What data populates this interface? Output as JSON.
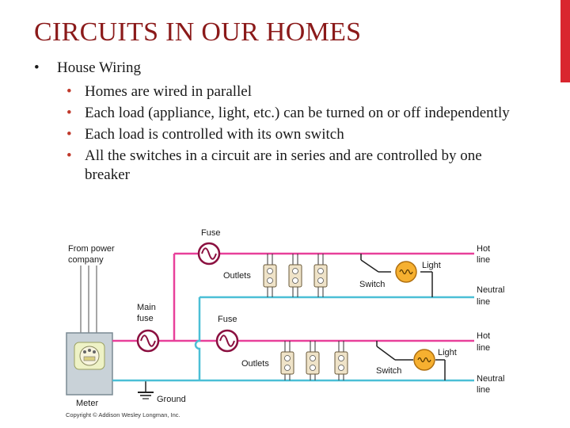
{
  "slide": {
    "title": "CIRCUITS IN OUR HOMES",
    "bullet": "House Wiring",
    "subbullets": [
      "Homes are wired in parallel",
      "Each load (appliance, light, etc.) can be turned on or off independently",
      "Each load is controlled with its own switch",
      "All the switches in a circuit are in series and are controlled by one breaker"
    ]
  },
  "diagram": {
    "labels": {
      "from_power_line1": "From power",
      "from_power_line2": "company",
      "fuse_top": "Fuse",
      "main_fuse_line1": "Main",
      "main_fuse_line2": "fuse",
      "fuse_mid": "Fuse",
      "outlets_top": "Outlets",
      "outlets_bottom": "Outlets",
      "switch_top": "Switch",
      "switch_bottom": "Switch",
      "light_top": "Light",
      "light_bottom": "Light",
      "hot_line_1a": "Hot",
      "hot_line_1b": "line",
      "neutral_line_1a": "Neutral",
      "neutral_line_1b": "line",
      "hot_line_2a": "Hot",
      "hot_line_2b": "line",
      "neutral_line_2a": "Neutral",
      "neutral_line_2b": "line",
      "ground": "Ground",
      "meter": "Meter",
      "copyright": "Copyright © Addison Wesley Longman, Inc."
    }
  },
  "colors": {
    "title": "#8b1a1a",
    "accent": "#d9262f",
    "hot_wire": "#e8409a",
    "neutral_wire": "#4bbfd6",
    "fuse": "#8b1040",
    "bulb": "#f0a020"
  }
}
